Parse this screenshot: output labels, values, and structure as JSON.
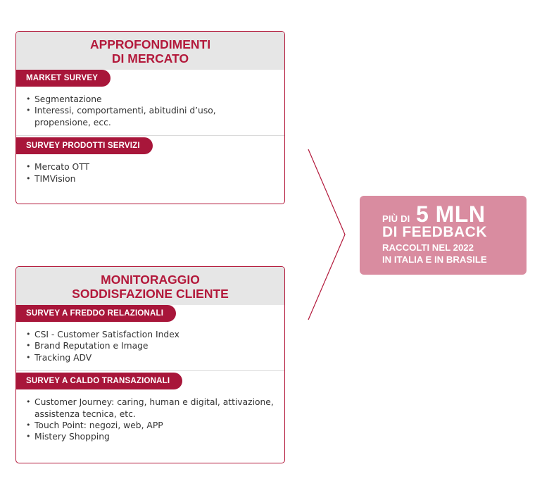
{
  "cards": [
    {
      "title_lines": [
        "APPROFONDIMENTI",
        "DI MERCATO"
      ],
      "sections": [
        {
          "label": "MARKET SURVEY",
          "items": [
            "Segmentazione",
            "Interessi, comportamenti, abitudini d’uso,",
            "propensione, ecc."
          ]
        },
        {
          "label": "SURVEY PRODOTTI SERVIZI",
          "items": [
            "Mercato OTT",
            "TIMVision"
          ]
        }
      ]
    },
    {
      "title_lines": [
        "MONITORAGGIO",
        "SODDISFAZIONE CLIENTE"
      ],
      "sections": [
        {
          "label": "SURVEY A FREDDO RELAZIONALI",
          "items": [
            "CSI - Customer Satisfaction Index",
            "Brand Reputation e Image",
            "Tracking ADV"
          ]
        },
        {
          "label": "SURVEY A CALDO TRANSAZIONALI",
          "items": [
            "Customer Journey: caring, human e digital,  attivazione,",
            "assistenza tecnica, etc.",
            "Touch Point: negozi, web, APP",
            "Mistery Shopping"
          ]
        }
      ]
    }
  ],
  "stat": {
    "prefix": "PIÙ DI",
    "big": "5 MLN",
    "line2": "DI FEEDBACK",
    "line3": "RACCOLTI NEL 2022",
    "line4": "IN ITALIA E IN BRASILE"
  },
  "colors": {
    "accent": "#b3193b",
    "label_bg": "#a8163a",
    "title_bg": "#e6e6e6",
    "stat_bg": "#d98ca0"
  }
}
